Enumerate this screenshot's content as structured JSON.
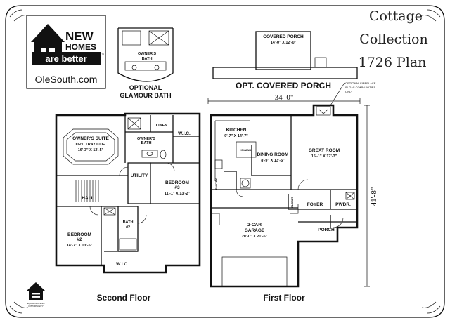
{
  "title": {
    "line1": "Cottage",
    "line2": "Collection",
    "line3": "1726 Plan"
  },
  "logo": {
    "word1": "NEW",
    "word2": "HOMES",
    "tagline": "are better",
    "tm": "™",
    "url": "OleSouth.com"
  },
  "equal_housing": {
    "line1": "EQUAL HOUSING",
    "line2": "OPPORTUNITY"
  },
  "optional_bath": {
    "label": "OPTIONAL",
    "label2": "GLAMOUR BATH",
    "room": "OWNER'S",
    "room2": "BATH"
  },
  "covered_porch": {
    "name": "COVERED PORCH",
    "size": "14'-0\" X 12'-0\"",
    "heading": "OPT. COVERED PORCH"
  },
  "fireplace_note": {
    "line1": "OPTIONAL FIREPLACE",
    "line2": "IN GAS COMMUNITIES",
    "line3": "ONLY"
  },
  "dimensions": {
    "width": "34'-0\"",
    "depth": "41'-8\""
  },
  "second_floor": {
    "caption": "Second Floor",
    "owners_suite": {
      "name": "OWNER'S SUITE",
      "note": "OPT. TRAY CLG.",
      "size": "16'-3\" X 13'-5\""
    },
    "owners_bath": {
      "line1": "OWNER'S",
      "line2": "BATH"
    },
    "linen": "LINEN",
    "wic_top": "W.I.C.",
    "utility": "UTILITY",
    "bedroom3": {
      "line1": "BEDROOM",
      "line2": "#3",
      "size": "11'-1\" X 13'-2\""
    },
    "hall": "HALL",
    "bedroom2": {
      "line1": "BEDROOM",
      "line2": "#2",
      "size": "14'-7\" X 13'-5\""
    },
    "bath2": {
      "line1": "BATH",
      "line2": "#2"
    },
    "wic_bottom": "W.I.C."
  },
  "first_floor": {
    "caption": "First Floor",
    "kitchen": {
      "name": "KITCHEN",
      "size": "9'-7\" X 14'-7\""
    },
    "island": "ISLAND",
    "dining": {
      "name": "DINING ROOM",
      "size": "8'-9\" X 13'-5\""
    },
    "great_room": {
      "name": "GREAT ROOM",
      "size": "15'-1\" X 17'-3\""
    },
    "pantry": "PANTRY",
    "closet": "CLOSET",
    "foyer": "FOYER",
    "pwdr": "PWDR.",
    "porch": "PORCH",
    "garage": {
      "line1": "2-CAR",
      "line2": "GARAGE",
      "size": "20'-0\" X 21'-6\""
    }
  }
}
